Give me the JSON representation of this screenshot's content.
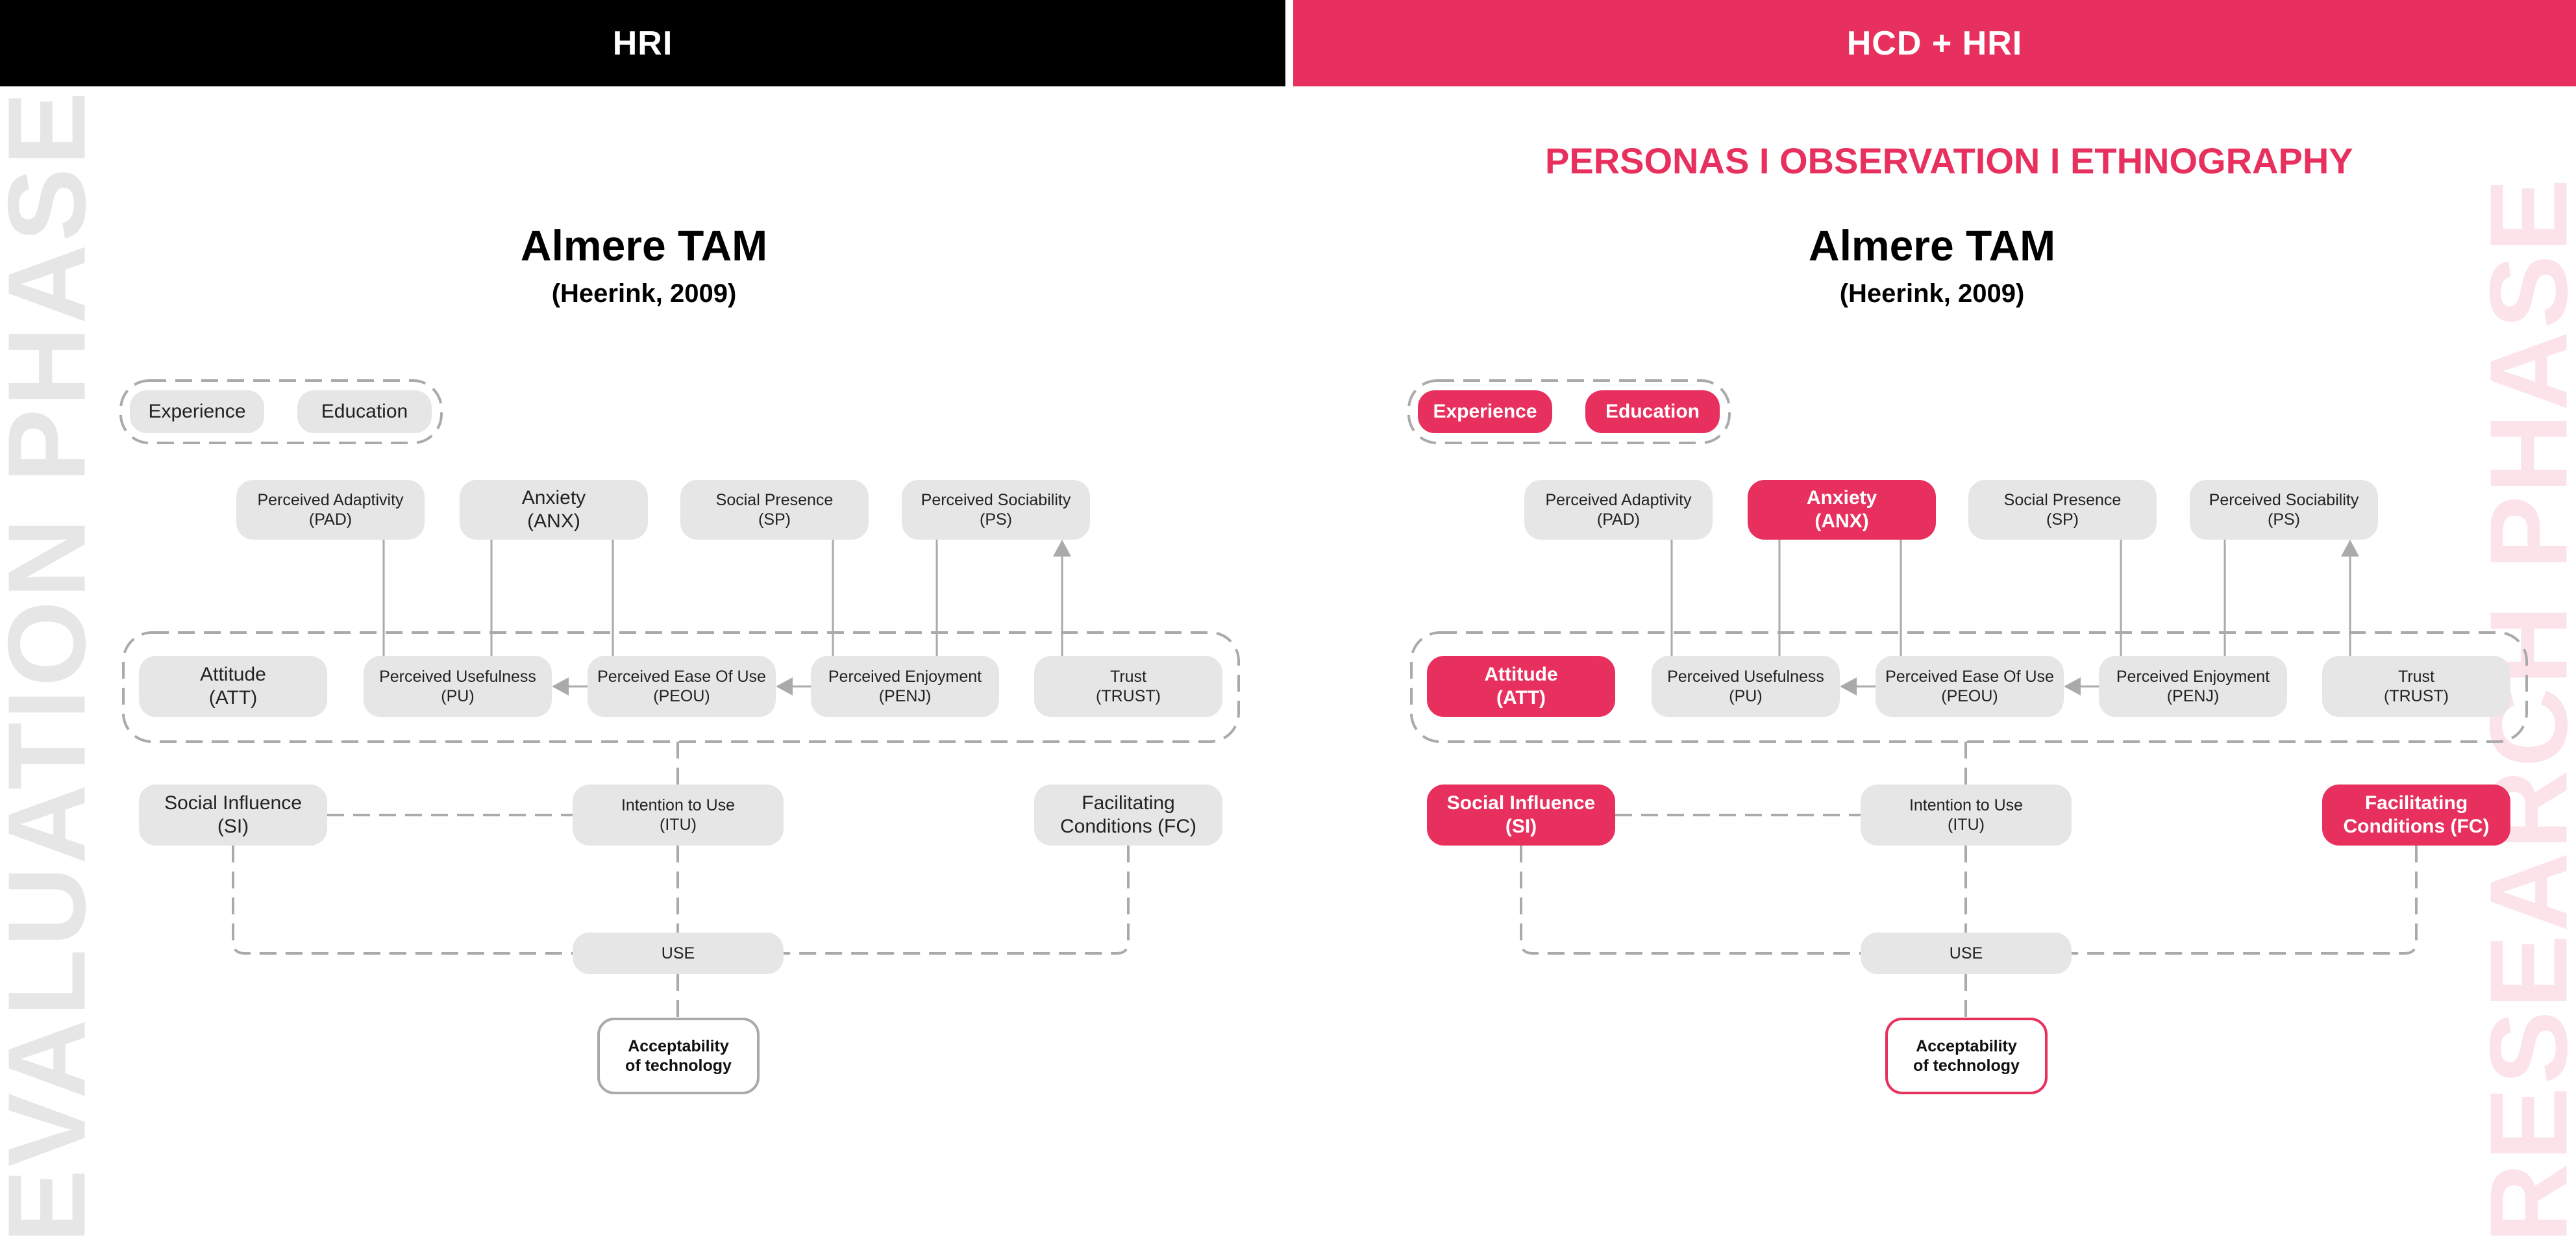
{
  "header": {
    "left_title": "HRI",
    "right_title": "HCD + HRI"
  },
  "side_labels": {
    "left": "EVALUATION PHASE",
    "right": "RESEARCH PHASE"
  },
  "right_subtitle": "PERSONAS I OBSERVATION I ETHNOGRAPHY",
  "panels": [
    {
      "title": "Almere TAM",
      "citation": "(Heerink, 2009)",
      "nodes": {
        "experience": {
          "line1": "Experience",
          "line2": ""
        },
        "education": {
          "line1": "Education",
          "line2": ""
        },
        "pad": {
          "line1": "Perceived Adaptivity",
          "line2": "(PAD)"
        },
        "anx": {
          "line1": "Anxiety",
          "line2": "(ANX)"
        },
        "sp": {
          "line1": "Social Presence",
          "line2": "(SP)"
        },
        "ps": {
          "line1": "Perceived Sociability",
          "line2": "(PS)"
        },
        "att": {
          "line1": "Attitude",
          "line2": "(ATT)"
        },
        "pu": {
          "line1": "Perceived Usefulness",
          "line2": "(PU)"
        },
        "peou": {
          "line1": "Perceived Ease Of Use",
          "line2": "(PEOU)"
        },
        "penj": {
          "line1": "Perceived Enjoyment",
          "line2": "(PENJ)"
        },
        "trust": {
          "line1": "Trust",
          "line2": "(TRUST)"
        },
        "si": {
          "line1": "Social Influence",
          "line2": "(SI)"
        },
        "itu": {
          "line1": "Intention to Use",
          "line2": "(ITU)"
        },
        "fc": {
          "line1": "Facilitating",
          "line2": "Conditions (FC)"
        },
        "use": {
          "line1": "USE",
          "line2": ""
        },
        "acc": {
          "line1": "Acceptability",
          "line2": "of technology"
        }
      }
    },
    {
      "title": "Almere TAM",
      "citation": "(Heerink, 2009)",
      "nodes": {
        "experience": {
          "line1": "Experience",
          "line2": ""
        },
        "education": {
          "line1": "Education",
          "line2": ""
        },
        "pad": {
          "line1": "Perceived Adaptivity",
          "line2": "(PAD)"
        },
        "anx": {
          "line1": "Anxiety",
          "line2": "(ANX)"
        },
        "sp": {
          "line1": "Social Presence",
          "line2": "(SP)"
        },
        "ps": {
          "line1": "Perceived Sociability",
          "line2": "(PS)"
        },
        "att": {
          "line1": "Attitude",
          "line2": "(ATT)"
        },
        "pu": {
          "line1": "Perceived Usefulness",
          "line2": "(PU)"
        },
        "peou": {
          "line1": "Perceived Ease Of Use",
          "line2": "(PEOU)"
        },
        "penj": {
          "line1": "Perceived Enjoyment",
          "line2": "(PENJ)"
        },
        "trust": {
          "line1": "Trust",
          "line2": "(TRUST)"
        },
        "si": {
          "line1": "Social Influence",
          "line2": "(SI)"
        },
        "itu": {
          "line1": "Intention to Use",
          "line2": "(ITU)"
        },
        "fc": {
          "line1": "Facilitating",
          "line2": "Conditions (FC)"
        },
        "use": {
          "line1": "USE",
          "line2": ""
        },
        "acc": {
          "line1": "Acceptability",
          "line2": "of technology"
        }
      }
    }
  ],
  "colors": {
    "accent": "#e8305e",
    "node_fill": "#e6e6e6",
    "connector": "#aaaaaa",
    "header_left": "#000000"
  }
}
